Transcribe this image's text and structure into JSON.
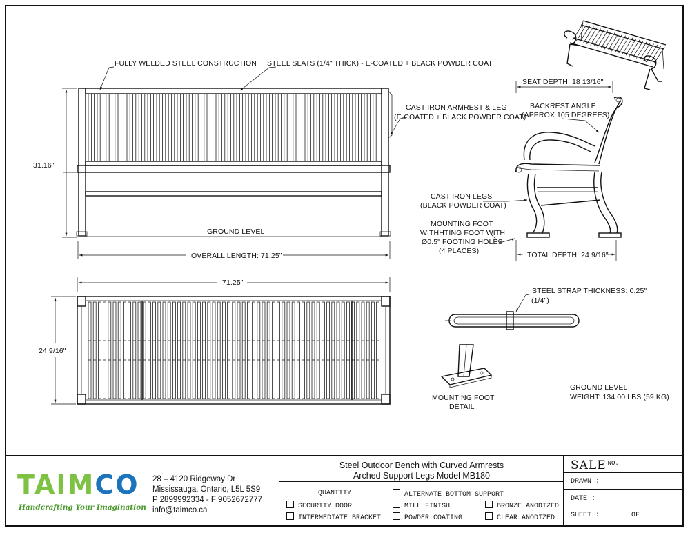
{
  "annotations": {
    "fully_welded": "FULLY WELDED STEEL CONSTRUCTION",
    "steel_slats": "STEEL SLATS (1/4\" THICK) - E-COATED + BLACK POWDER COAT",
    "cast_iron_armrest_1": "CAST IRON ARMREST & LEG",
    "cast_iron_armrest_2": "(E-COATED + BLACK POWDER COAT)",
    "height": "31.16\"",
    "ground_level_front": "GROUND LEVEL",
    "overall_length": "OVERALL LENGTH: 71.25\"",
    "top_length": "71.25\"",
    "top_depth": "24 9/16\"",
    "seat_depth": "SEAT DEPTH: 18 13/16\"",
    "backrest_angle_1": "BACKREST ANGLE",
    "backrest_angle_2": "(APPROX 105 DEGREES)",
    "cast_iron_legs_1": "CAST IRON LEGS",
    "cast_iron_legs_2": "(BLACK POWDER COAT)",
    "mounting_1": "MOUNTING FOOT",
    "mounting_2": "WITHHTING FOOT WITH",
    "mounting_3": "Ø0.5\" FOOTING HOLES",
    "mounting_4": "(4 PLACES)",
    "total_depth": "TOTAL DEPTH: 24 9/16\"",
    "strap_1": "STEEL STRAP THICKNESS: 0.25\"",
    "strap_2": "(1/4\")",
    "detail_1": "MOUNTING FOOT",
    "detail_2": "DETAIL",
    "ground_level_side": "GROUND LEVEL",
    "weight": "WEIGHT: 134.00 LBS (59 KG)"
  },
  "title_block": {
    "logo_part1": "TAIM",
    "logo_part2": "CO",
    "tagline": "Handcrafting Your Imagination",
    "address_1": "28 – 4120 Ridgeway Dr",
    "address_2": "Mississauga, Ontario, L5L 5S9",
    "phone": "P 2899992334 - F 9052672777",
    "email": "info@taimco.ca",
    "product_title_1": "Steel Outdoor Bench with Curved Armrests",
    "product_title_2": "Arched Support Legs  Model MB180",
    "quantity": "QUANTITY",
    "opt_security": "SECURITY DOOR",
    "opt_intermediate": "INTERMEDIATE BRACKET",
    "opt_alternate": "ALTERNATE BOTTOM SUPPORT",
    "opt_mill": "MILL FINISH",
    "opt_powder": "POWDER COATING",
    "opt_bronze": "BRONZE ANODIZED",
    "opt_clear": "CLEAR ANODIZED",
    "sale": "SALE",
    "sale_no": "NO.",
    "drawn": "DRAWN :",
    "date": "DATE :",
    "sheet": "SHEET :",
    "of": "OF"
  }
}
